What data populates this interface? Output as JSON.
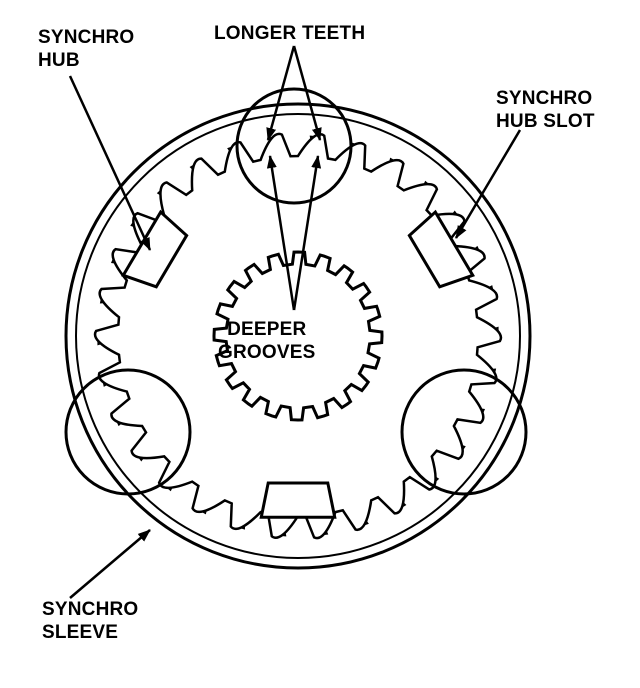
{
  "labels": {
    "synchro_hub": [
      "SYNCHRO",
      "HUB"
    ],
    "longer_teeth": "LONGER TEETH",
    "synchro_hub_slot": [
      "SYNCHRO",
      "HUB SLOT"
    ],
    "deeper_grooves": [
      "DEEPER",
      "GROOVES"
    ],
    "synchro_sleeve": [
      "SYNCHRO",
      "SLEEVE"
    ]
  },
  "colors": {
    "ink": "#000000",
    "paper": "#ffffff"
  },
  "counts": {
    "sleeve_outer_teeth": 30,
    "hub_inner_splines": 20,
    "hub_slots": 3
  }
}
